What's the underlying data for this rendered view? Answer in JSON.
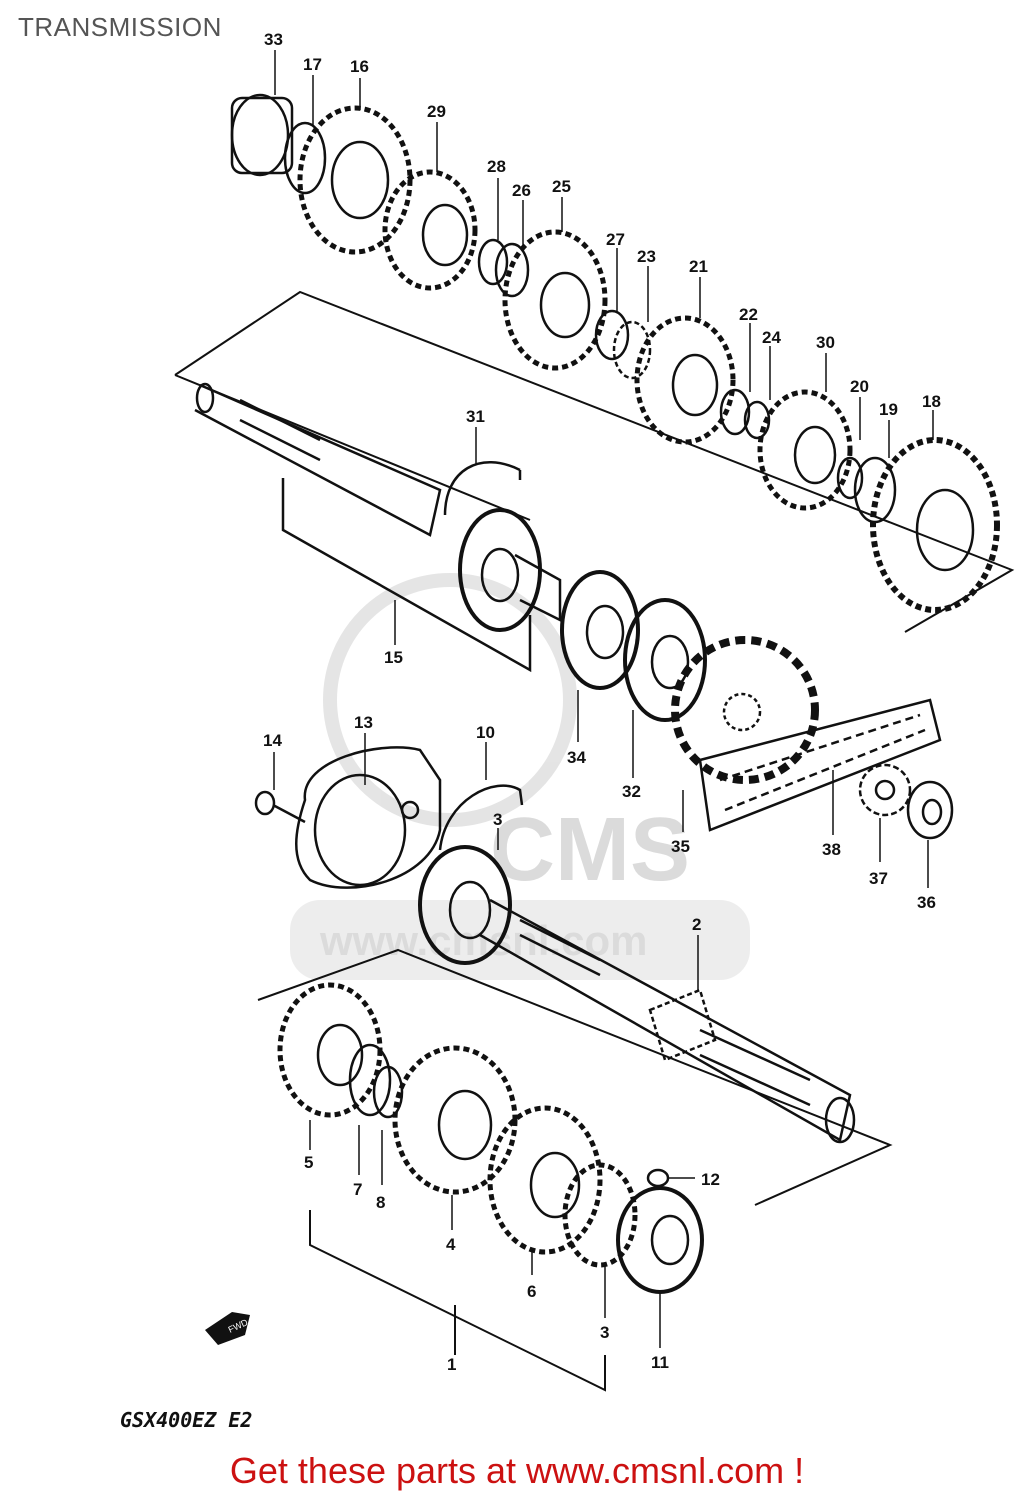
{
  "diagram": {
    "title": "TRANSMISSION",
    "model_code": "GSX400EZ E2",
    "watermark": "CMS",
    "watermark_url": "www.cmsnl.com",
    "callouts": [
      "1",
      "2",
      "3",
      "3",
      "3",
      "4",
      "5",
      "6",
      "7",
      "8",
      "10",
      "11",
      "12",
      "13",
      "14",
      "15",
      "16",
      "17",
      "18",
      "19",
      "20",
      "21",
      "22",
      "23",
      "24",
      "25",
      "26",
      "27",
      "28",
      "29",
      "30",
      "31",
      "32",
      "33",
      "34",
      "35",
      "36",
      "37",
      "38"
    ],
    "fwd_label": "FWD"
  },
  "footer": {
    "text": "Get these parts at www.cmsnl.com !"
  },
  "colors": {
    "line": "#111111",
    "footer": "#cc1111",
    "title": "#555555",
    "watermark": "#d8d8d8"
  }
}
